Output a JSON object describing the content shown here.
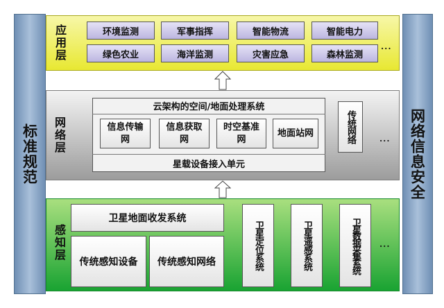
{
  "left_pillar": {
    "label": "标准规范"
  },
  "right_pillar": {
    "label": "网络信息安全"
  },
  "app_layer": {
    "label": "应用层",
    "items": [
      "环境监测",
      "军事指挥",
      "智能物流",
      "智能电力",
      "绿色农业",
      "海洋监测",
      "灾害应急",
      "森林监测"
    ],
    "more": "..."
  },
  "net_layer": {
    "label": "网络层",
    "cloud_system": "云架构的空间/地面处理系统",
    "sub_networks": [
      "信息传输网",
      "信息获取网",
      "时空基准网",
      "地面站网"
    ],
    "access_unit": "星载设备接入单元",
    "traditional_network": "传统网络",
    "more": "..."
  },
  "sense_layer": {
    "label": "感知层",
    "ground_system": "卫星地面收发系统",
    "traditional_device": "传统感知设备",
    "traditional_network": "传统感知网络",
    "satellite_positioning": "卫星定位系统",
    "satellite_remote_sensing": "卫星遥感系统",
    "satellite_data_collection": "卫星数据采集系统",
    "more": "..."
  }
}
